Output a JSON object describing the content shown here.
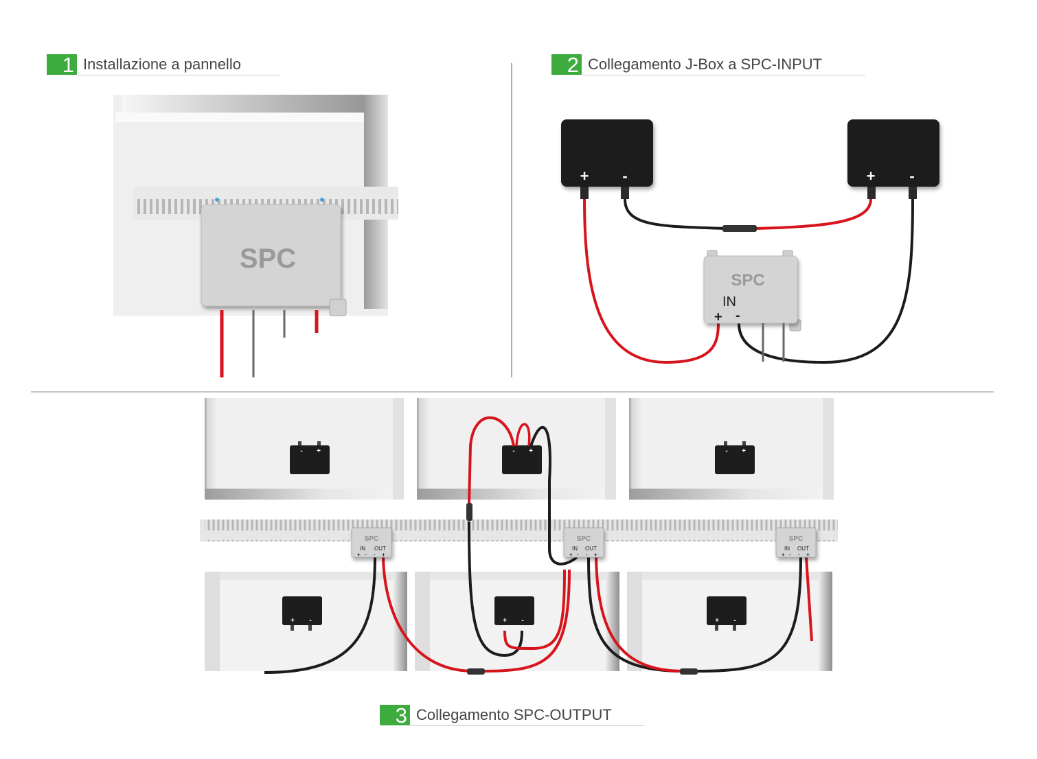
{
  "steps": [
    {
      "number": "1",
      "label": "Installazione a pannello"
    },
    {
      "number": "2",
      "label": "Collegamento J-Box a SPC-INPUT"
    },
    {
      "number": "3",
      "label": "Collegamento SPC-OUTPUT"
    }
  ],
  "spc": {
    "name": "SPC",
    "in_label": "IN",
    "out_label": "OUT",
    "plus": "+",
    "minus": "-"
  },
  "colors": {
    "step_badge": "#3dab3d",
    "wire_red": "#d7141c",
    "wire_black": "#1c1c1c",
    "jbox": "#1d1d1d",
    "spc_box": "#d4d4d4"
  }
}
